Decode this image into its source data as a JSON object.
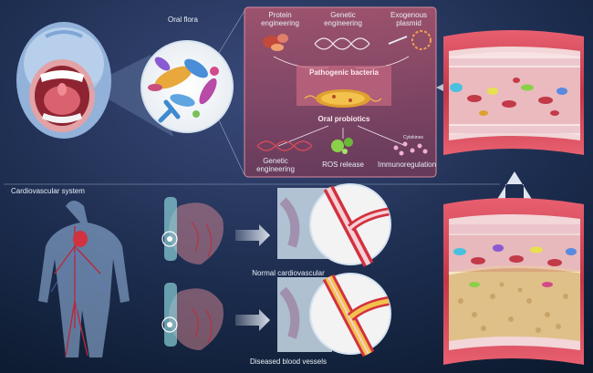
{
  "labels": {
    "oral_flora": "Oral flora",
    "protein_engineering": [
      "Protein",
      "engineering"
    ],
    "genetic_engineering_top": [
      "Genetic",
      "engineering"
    ],
    "exogenous_plasmid": [
      "Exogenous",
      "plasmid"
    ],
    "pathogenic_bacteria": "Pathogenic bacteria",
    "oral_probiotics": "Oral probiotics",
    "genetic_engineering_bottom": [
      "Genetic",
      "engineering"
    ],
    "ros_release": "ROS release",
    "immunoregulation": "Immunoregulation",
    "cytokines": "Cytokines",
    "cardiovascular_system": "Cardiovascular system",
    "normal_cardiovascular": "Normal cardiovascular",
    "diseased_blood_vessels": "Diseased blood vessels"
  },
  "colors": {
    "background_top": "#3a4a7a",
    "background_bottom": "#0c1a2e",
    "panel": "#b0566e",
    "vessel_wall": "#d64a5a",
    "plaque": "#e0c089",
    "arrow": "#dfe6f0"
  }
}
